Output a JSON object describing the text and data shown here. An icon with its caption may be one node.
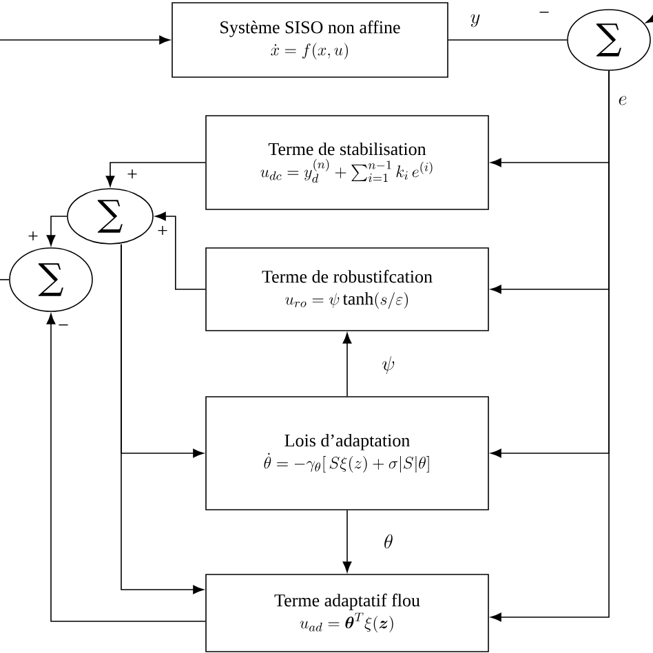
{
  "diagram": {
    "nodes": [
      {
        "text": [
          "Système SISO non affine",
          "\\dot{x} = f(x,u)"
        ]
      },
      {
        "text": [
          "∑"
        ]
      },
      {
        "text": [
          "Terme de stabilisation",
          "u_{dc} = y_d^{(n)} + \\sum_{i=1}^{n-1} k_i\\, e^{(i)}"
        ]
      },
      {
        "text": [
          "∑"
        ]
      },
      {
        "text": [
          "Terme de robustifcation",
          "u_{ro} = \\psi \\tanh(s/\\varepsilon)"
        ]
      },
      {
        "text": [
          "∑"
        ]
      },
      {
        "text": [
          "Lois d’adaptation",
          "\\dot{\\theta} = -\\gamma_{\\theta}[\\, S\\xi(z) + \\sigma|S|\\theta]"
        ]
      },
      {
        "text": [
          "Terme adaptatif flou",
          "u_{ad} = \\boldsymbol{\\theta}^T \\xi(\\boldsymbol{z})"
        ]
      }
    ],
    "edges": [
      {
        "from": null,
        "to": 0,
        "arrow": "to"
      },
      {
        "from": 0,
        "to": 1,
        "arrow": "none",
        "label": "y"
      },
      {
        "from": null,
        "to": 1,
        "arrow": "to"
      },
      {
        "from": 1,
        "to": 2,
        "arrow": "to",
        "label": "e"
      },
      {
        "from": 1,
        "to": 4,
        "arrow": "to"
      },
      {
        "from": 1,
        "to": 6,
        "arrow": "to"
      },
      {
        "from": 1,
        "to": 7,
        "arrow": "to"
      },
      {
        "from": 2,
        "to": 3,
        "arrow": "to"
      },
      {
        "from": 4,
        "to": 3,
        "arrow": "to"
      },
      {
        "from": 3,
        "to": 5,
        "arrow": "to"
      },
      {
        "from": 5,
        "to": null,
        "arrow": "none"
      },
      {
        "from": 7,
        "to": 5,
        "arrow": "to"
      },
      {
        "from": 3,
        "to": 6,
        "arrow": "to"
      },
      {
        "from": 3,
        "to": 7,
        "arrow": "to"
      },
      {
        "from": 6,
        "to": 4,
        "arrow": "to",
        "label": "\\psi"
      },
      {
        "from": 6,
        "to": 7,
        "arrow": "to",
        "label": "\\theta"
      }
    ],
    "labels": [
      "−",
      "+",
      "+",
      "+",
      "−"
    ]
  }
}
